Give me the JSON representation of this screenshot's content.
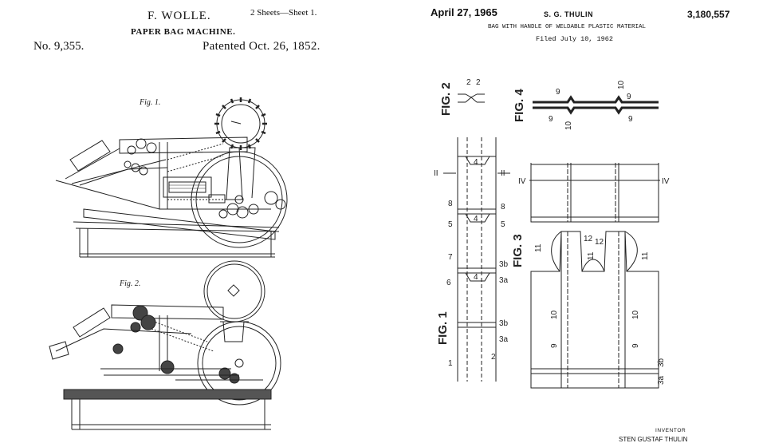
{
  "left_patent": {
    "inventor": "F. WOLLE.",
    "sheets": "2 Sheets—Sheet 1.",
    "title": "PAPER BAG MACHINE.",
    "number": "No. 9,355.",
    "patented": "Patented Oct. 26, 1852.",
    "figure_labels": [
      "Fig. 1.",
      "Fig. 2."
    ]
  },
  "right_patent": {
    "date": "April 27, 1965",
    "inventor": "S. G. THULIN",
    "number": "3,180,557",
    "title": "BAG WITH HANDLE OF WELDABLE PLASTIC MATERIAL",
    "filed": "Filed July 10, 1962",
    "inventor_label": "INVENTOR",
    "inventor_name": "STEN GUSTAF THULIN",
    "figure_labels": [
      "FIG. 1",
      "FIG. 2",
      "FIG. 3",
      "FIG. 4"
    ]
  }
}
